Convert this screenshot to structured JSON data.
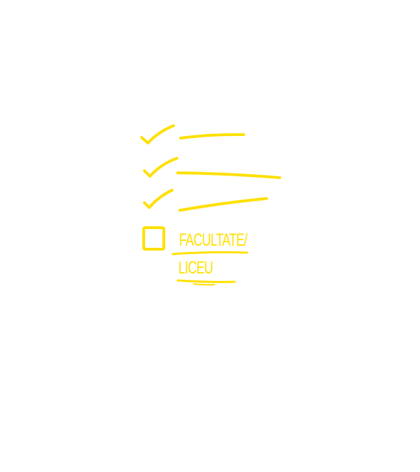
{
  "checklist": {
    "accent_color": "#FFE000",
    "items": [
      {
        "state": "checked"
      },
      {
        "state": "checked"
      },
      {
        "state": "checked"
      },
      {
        "state": "unchecked",
        "text_lines": [
          "FACULTATE/",
          "LICEU"
        ]
      }
    ]
  },
  "icons": [
    "check-icon",
    "check-icon",
    "check-icon",
    "empty-checkbox-icon"
  ]
}
